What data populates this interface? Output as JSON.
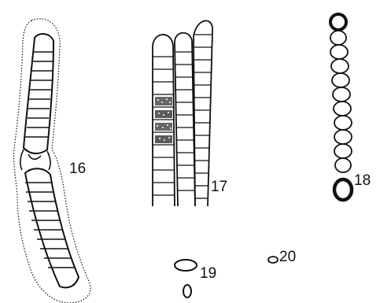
{
  "figure": {
    "labels": {
      "fig16": "16",
      "fig17": "17",
      "fig18": "18",
      "fig19": "19",
      "fig20": "20"
    }
  }
}
